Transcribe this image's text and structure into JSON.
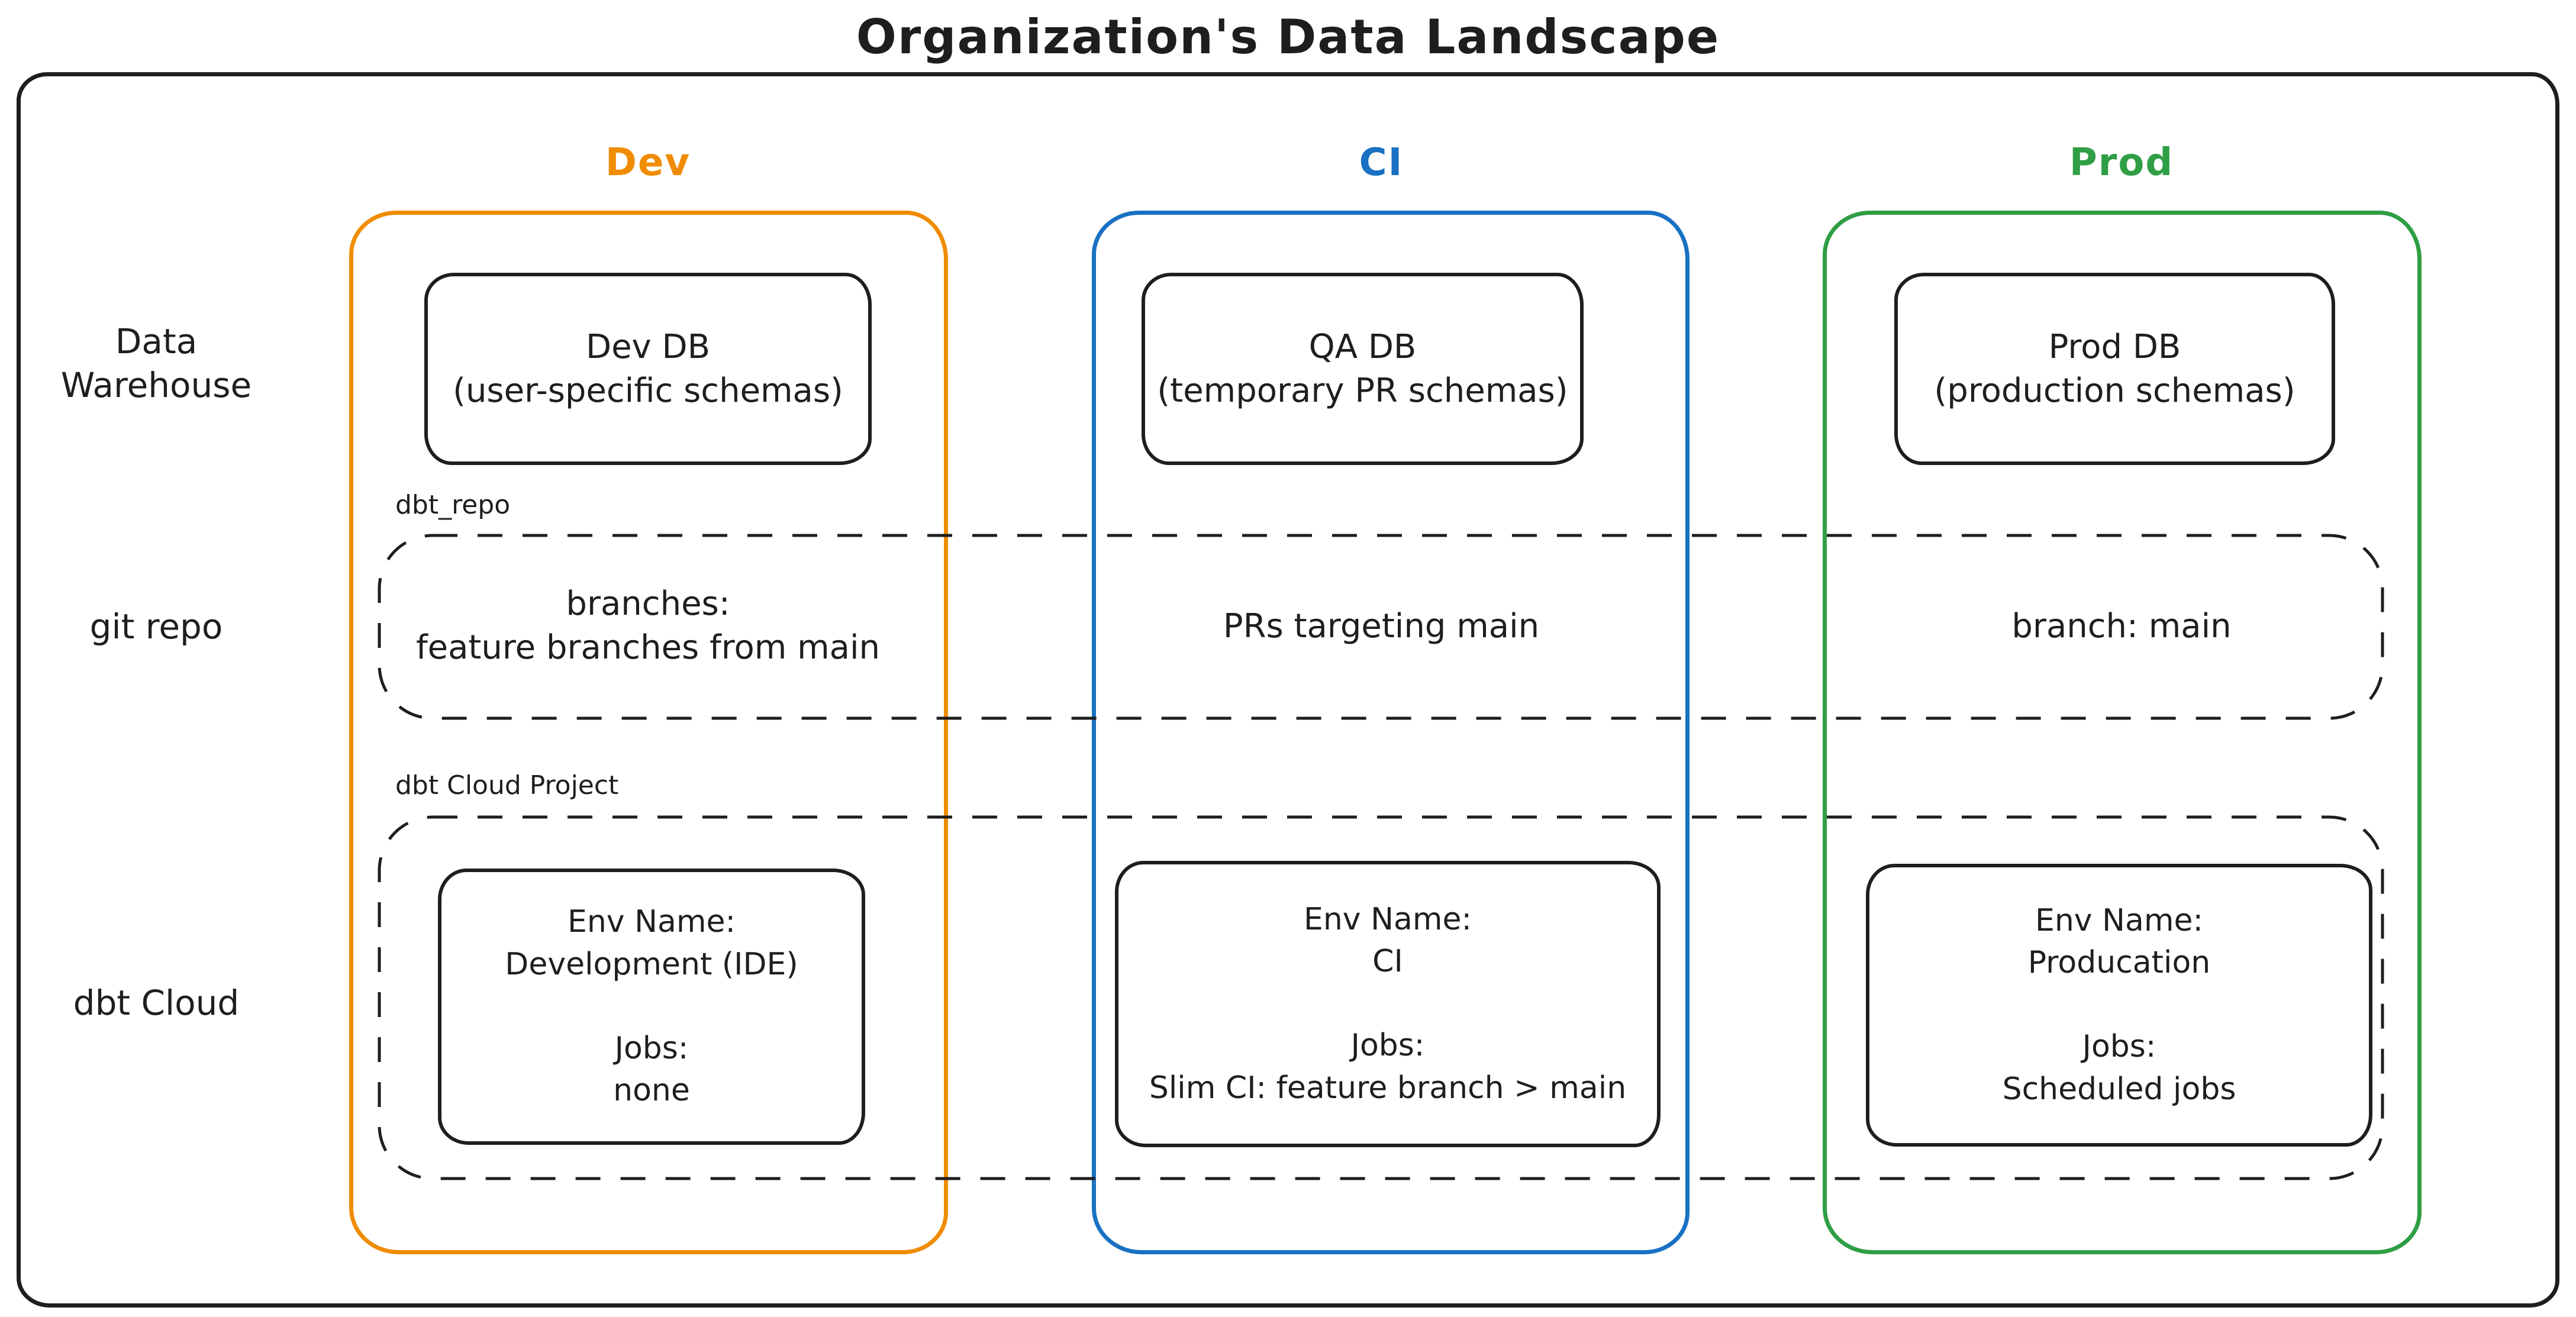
{
  "title": "Organization's Data Landscape",
  "colors": {
    "stroke": "#1e1e1e",
    "dev": "#f08c00",
    "ci": "#1971c2",
    "prod": "#2f9e44"
  },
  "columns": [
    {
      "id": "dev",
      "label": "Dev",
      "color": "#f08c00"
    },
    {
      "id": "ci",
      "label": "CI",
      "color": "#1971c2"
    },
    {
      "id": "prod",
      "label": "Prod",
      "color": "#2f9e44"
    }
  ],
  "row_labels": [
    "Data Warehouse",
    "git repo",
    "dbt Cloud"
  ],
  "warehouse": {
    "dev": {
      "name": "Dev DB",
      "subtitle": "(user-specific schemas)"
    },
    "ci": {
      "name": "QA DB",
      "subtitle": "(temporary PR schemas)"
    },
    "prod": {
      "name": "Prod DB",
      "subtitle": "(production schemas)"
    }
  },
  "git_repo": {
    "container_label": "dbt_repo",
    "dev": "branches:\nfeature branches from main",
    "ci": "PRs targeting main",
    "prod": "branch: main"
  },
  "dbt_cloud": {
    "container_label": "dbt Cloud Project",
    "dev": {
      "env_label": "Env Name:",
      "env_value": "Development (IDE)",
      "jobs_label": "Jobs:",
      "jobs_value": "none"
    },
    "ci": {
      "env_label": "Env Name:",
      "env_value": "CI",
      "jobs_label": "Jobs:",
      "jobs_value": "Slim CI: feature branch > main"
    },
    "prod": {
      "env_label": "Env Name:",
      "env_value": "Producation",
      "jobs_label": "Jobs:",
      "jobs_value": "Scheduled jobs"
    }
  }
}
